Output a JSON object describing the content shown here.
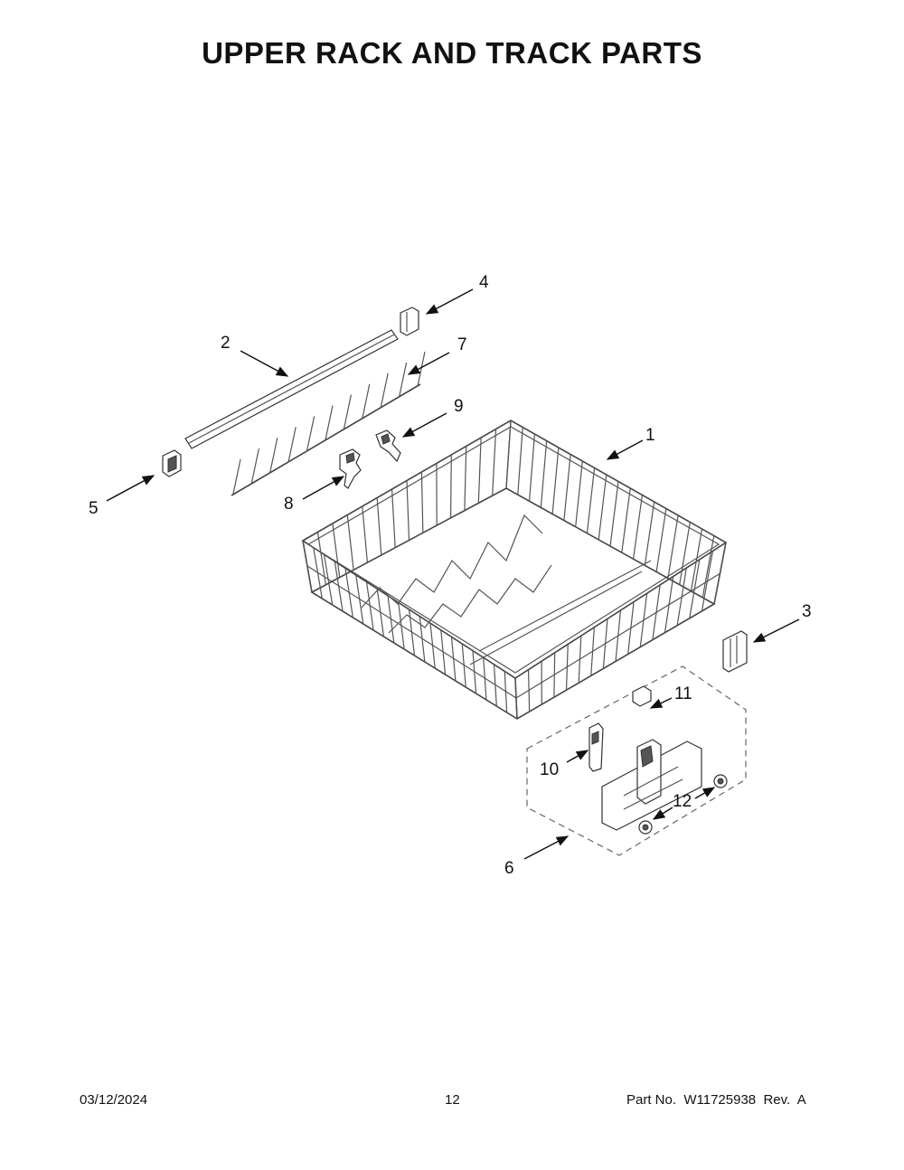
{
  "page_title": "UPPER RACK AND TRACK PARTS",
  "callouts": [
    "1",
    "2",
    "3",
    "4",
    "5",
    "6",
    "7",
    "8",
    "9",
    "10",
    "11",
    "12"
  ],
  "footer": {
    "date": "03/12/2024",
    "page_number": "12",
    "part_number": "Part No.  W11725938  Rev.  A"
  }
}
